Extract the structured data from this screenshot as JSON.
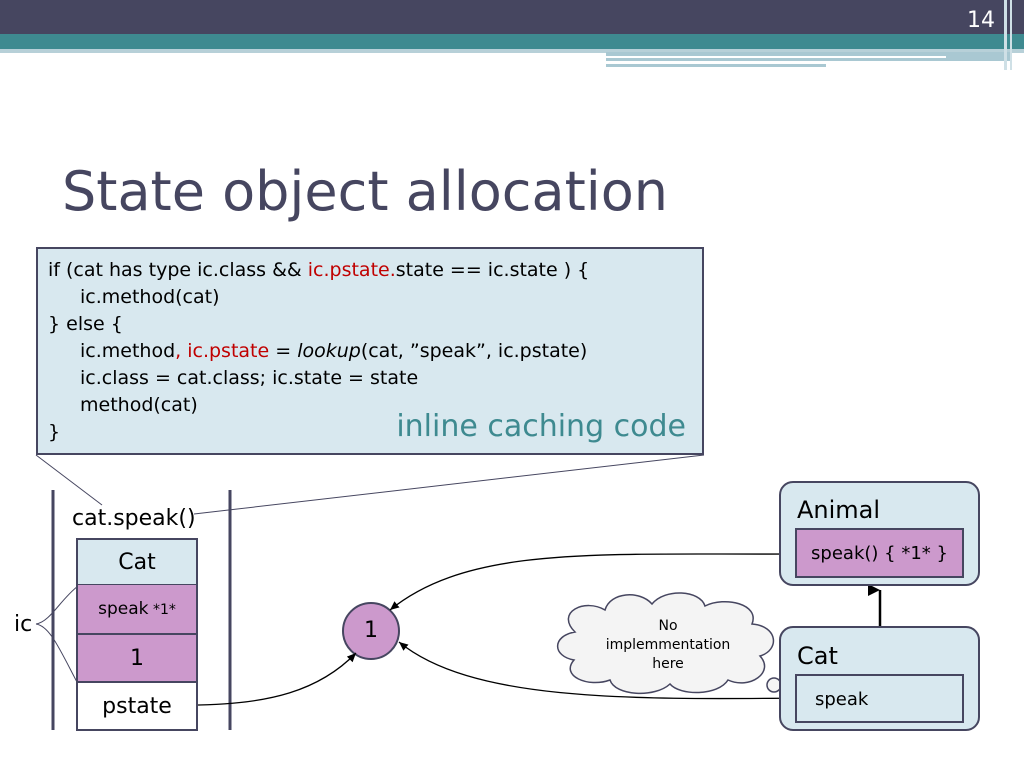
{
  "slide": {
    "number": "14",
    "title": "State object allocation"
  },
  "code": {
    "l1_a": "if (cat has type ic.class && ",
    "l1_b": "ic.pstate.",
    "l1_c": "state == ic.state ) {",
    "l2": "ic.method(cat)",
    "l3": "} else {",
    "l4_a": "ic.method",
    "l4_b": ", ic.pstate",
    "l4_c": " = ",
    "l4_d": "lookup",
    "l4_e": "(cat, ”speak”, ic.pstate)",
    "l5": "ic.class = cat.class; ic.state = state",
    "l6": "method(cat)",
    "l7": "}",
    "caption": "inline caching code"
  },
  "stack": {
    "call": "cat.speak()",
    "ic_label": "ic",
    "cells": {
      "class": "Cat",
      "method_a": "speak",
      "method_b": " *1*",
      "state": "1",
      "pstate": "pstate"
    }
  },
  "state_node": "1",
  "animal": {
    "name": "Animal",
    "method": "speak() { *1* }"
  },
  "cat": {
    "name": "Cat",
    "method": "speak"
  },
  "cloud": {
    "line1": "No",
    "line2": "implemmentation",
    "line3": "here"
  },
  "colors": {
    "header_dark": "#464660",
    "header_teal": "#3e8a90",
    "box_fill": "#d8e8ef",
    "method_fill": "#cc99cc",
    "red_text": "#c00000"
  }
}
